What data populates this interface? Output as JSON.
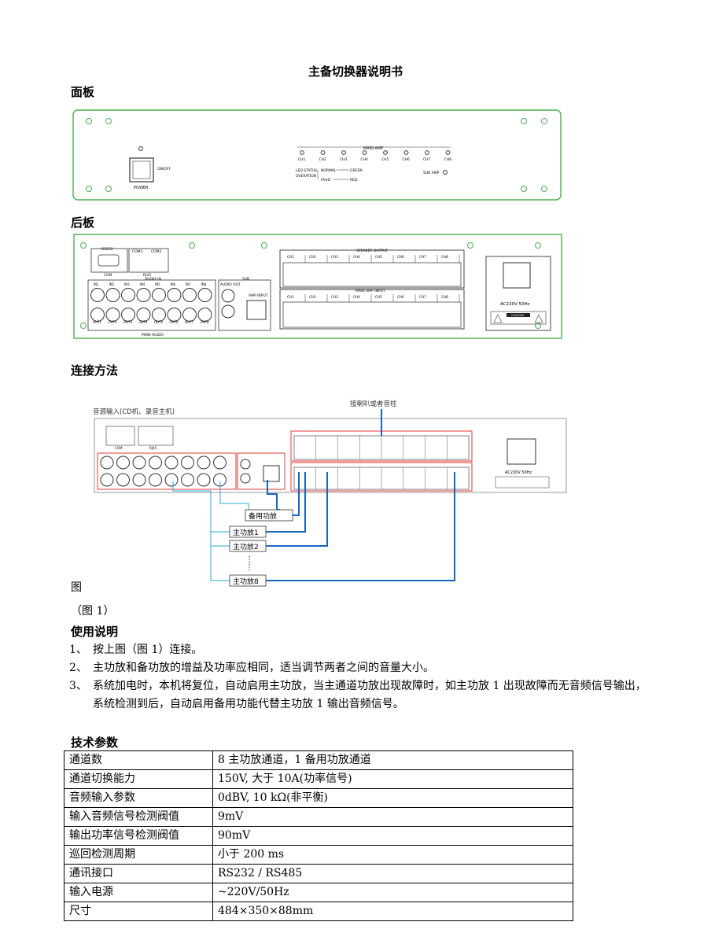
{
  "doc": {
    "title": "主备切换器说明书",
    "section_front": "面板",
    "section_back": "后板",
    "section_connect": "连接方法",
    "fig_char": "图",
    "fig_caption": "（图 1）",
    "section_usage": "使用说明",
    "usage": [
      {
        "num": "1、",
        "text": "按上图（图 1）连接。"
      },
      {
        "num": "2、",
        "text": "主功放和备功放的增益及功率应相同，适当调节两者之间的音量大小。"
      },
      {
        "num": "3、",
        "text": "系统加电时，本机将复位，自动启用主功放，当主通道功放出现故障时，如主功放 1 出现故障而无音频信号输出，系统检测到后，自动启用备用功能代替主功放 1 输出音频信号。"
      }
    ],
    "section_specs": "技术参数",
    "specs": [
      {
        "k": "通道数",
        "v": "8 主功放通道，1 备用功放通道"
      },
      {
        "k": "通道切换能力",
        "v": "150V, 大于 10A(功率信号)"
      },
      {
        "k": "音频输入参数",
        "v": "0dBV, 10 kΩ(非平衡)"
      },
      {
        "k": "输入音频信号检测阀值",
        "v": "9mV"
      },
      {
        "k": "输出功率信号检测阀值",
        "v": "90mV"
      },
      {
        "k": "巡回检测周期",
        "v": "小于 200 ms"
      },
      {
        "k": "通讯接口",
        "v": "RS232 / RS485"
      },
      {
        "k": "输入电源",
        "v": "~220V/50Hz"
      },
      {
        "k": "尺寸",
        "v": "484×350×88mm"
      }
    ]
  },
  "front_panel": {
    "main_amp": "MAIN AMP",
    "channels": [
      "CH1",
      "CH2",
      "CH3",
      "CH4",
      "CH5",
      "CH6",
      "CH7",
      "CH8"
    ],
    "on_off": "ON/OFF",
    "power": "POWER",
    "led_status": "LED STATUS",
    "operation": "OVERATION",
    "normal": "NORMAL",
    "green": "GREEN",
    "fault": "FAULT",
    "red": "RED",
    "sub_amp": "SUB AMP"
  },
  "rear_panel": {
    "rs232": "RS232",
    "com": "COM",
    "com1": "COM1",
    "com2": "COM2",
    "rj45": "RJ45",
    "audio_in": "AUDIO IN",
    "ins": [
      "IN1",
      "IN2",
      "IN3",
      "IN4",
      "IN5",
      "IN6",
      "IN7",
      "IN8"
    ],
    "outs": [
      "OUT1",
      "OUT2",
      "OUT3",
      "OUT4",
      "OUT5",
      "OUT6",
      "OUT7",
      "OUT8"
    ],
    "main_audio": "MAIN AUDIO",
    "sub": "SUB",
    "audio_out": "AUDIO OUT",
    "amp_input": "AMP INPUT",
    "speaker_output": "SPEAKER OUTPUT",
    "main_amp_input": "MAIN AMP INPUT",
    "ac": "AC220V 50Hz",
    "caution": "CAUTION"
  },
  "connect": {
    "source_label": "音源输入(CD机、录音主机)",
    "speaker_label": "接喇叭或者音柱",
    "backup_amp": "备用功放",
    "main1": "主功放1",
    "main2": "主功放2",
    "mainN": "主功放8"
  },
  "colors": {
    "panel": "#4caf50",
    "wire_blue": "#1565c0",
    "wire_cyan": "#29a9d6",
    "highlight_red": "#e53935"
  }
}
